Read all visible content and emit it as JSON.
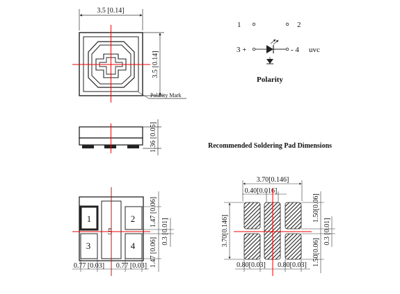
{
  "top_view": {
    "width_label": "3.5 [0.14]",
    "height_label": "3.5 [0.14]",
    "polarity_mark_label": "Polarity Mark"
  },
  "polarity": {
    "pin1": "1",
    "pin2": "2",
    "pin3": "3 +",
    "pin4": "- 4",
    "device_type": "uvc",
    "title": "Polarity"
  },
  "side_view": {
    "height_label": "1.36 [0.05]"
  },
  "pad_section": {
    "title": "Recommended Soldering Pad Dimensions"
  },
  "bottom_view": {
    "pad1": "1",
    "pad2": "2",
    "pad3": "3",
    "pad4": "4",
    "pad5": "5",
    "pad_height_upper": "1.47 [0.06]",
    "pad_height_lower": "1.47 [0.06]",
    "gap_label": "0.3 [0.01]",
    "left_width": "0.77 [0.03]",
    "right_width": "0.77 [0.03]"
  },
  "solder_pad": {
    "total_width": "3.70[0.146]",
    "total_height": "3.70[0.146]",
    "center_pad_width": "0.40[0.016]",
    "pad_height_upper": "1.50[0.06]",
    "pad_height_lower": "1.50[0.06]",
    "gap_label": "0.3 [0.01]",
    "left_pad_width": "0.80[0.03]",
    "right_pad_width": "0.80[0.03]"
  }
}
